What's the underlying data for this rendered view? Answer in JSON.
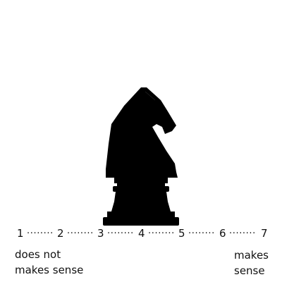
{
  "stimulus": {
    "icon": "chess-knight-icon",
    "color": "#000000"
  },
  "scale": {
    "points": [
      "1",
      "2",
      "3",
      "4",
      "5",
      "6",
      "7"
    ],
    "separator": "........"
  },
  "anchors": {
    "low_line1": "does not",
    "low_line2": "makes sense",
    "high_line1": "makes",
    "high_line2": "sense"
  }
}
